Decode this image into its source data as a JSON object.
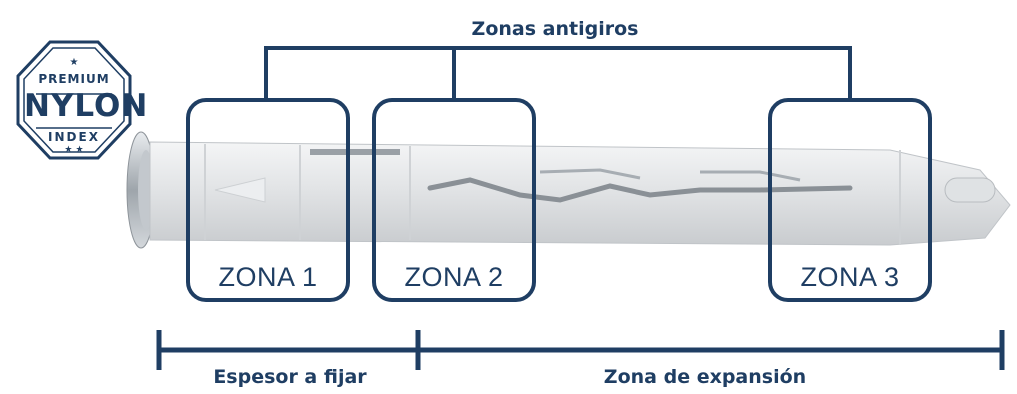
{
  "title": "Zonas antigiros",
  "badge": {
    "top": "PREMIUM",
    "main": "NYLON",
    "bottom": "INDEX",
    "stars_top": "★",
    "stars_bottom": "★ ★",
    "color": "#1f3e63"
  },
  "zones": [
    {
      "label": "ZONA 1"
    },
    {
      "label": "ZONA 2"
    },
    {
      "label": "ZONA 3"
    }
  ],
  "sections": {
    "thickness": "Espesor a fijar",
    "expansion": "Zona de expansión"
  },
  "colors": {
    "navy": "#1f3e63",
    "plug": "#e6e8ea",
    "metal": "#b8bec4"
  }
}
